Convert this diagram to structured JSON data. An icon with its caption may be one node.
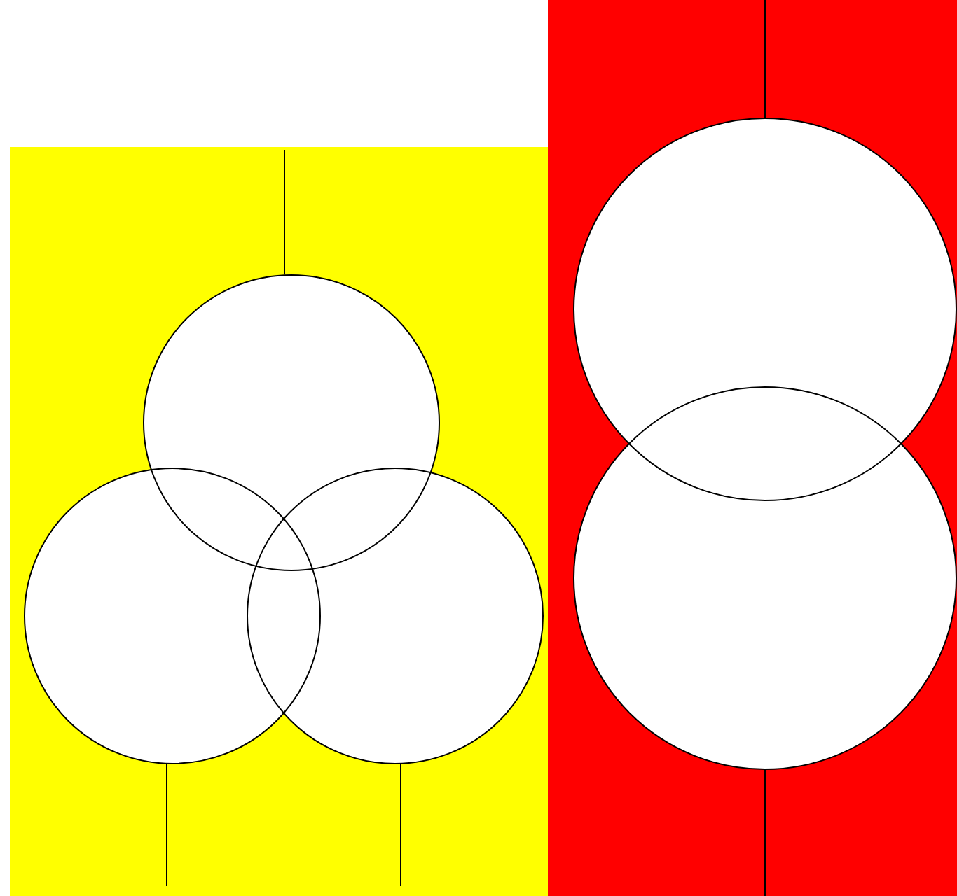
{
  "diagram": {
    "nodes": [
      {
        "text": [],
        "shape": "box"
      },
      {
        "text": [],
        "shape": "circle",
        "in": 0
      },
      {
        "text": [],
        "shape": "circle",
        "in": 0
      },
      {
        "text": [],
        "shape": "circle",
        "in": 0
      },
      {
        "text": [],
        "shape": "box"
      },
      {
        "text": [],
        "shape": "circle",
        "in": 4
      },
      {
        "text": [],
        "shape": "circle",
        "in": 4
      }
    ],
    "edges": [
      {
        "from": null,
        "to": 1,
        "arrow": "none"
      },
      {
        "from": 2,
        "to": null,
        "arrow": "none"
      },
      {
        "from": 3,
        "to": null,
        "arrow": "none"
      },
      {
        "from": null,
        "to": 5,
        "arrow": "none"
      },
      {
        "from": 6,
        "to": null,
        "arrow": "none"
      }
    ]
  }
}
